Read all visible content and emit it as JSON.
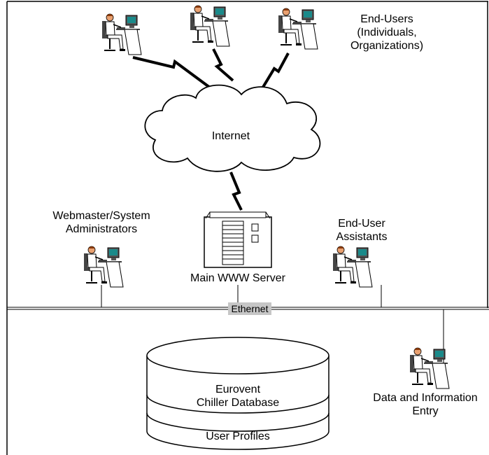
{
  "labels": {
    "end_users_line1": "End-Users",
    "end_users_line2": "(Individuals,",
    "end_users_line3": "Organizations)",
    "internet": "Internet",
    "webmaster_line1": "Webmaster/System",
    "webmaster_line2": "Administrators",
    "assistants_line1": "End-User",
    "assistants_line2": "Assistants",
    "server": "Main WWW Server",
    "ethernet": "Ethernet",
    "database_line1": "Eurovent",
    "database_line2": "Chiller Database",
    "user_profiles": "User Profiles",
    "data_entry_line1": "Data and Information",
    "data_entry_line2": "Entry"
  },
  "icons": {
    "workstation": "workstation-user-icon",
    "cloud": "internet-cloud-icon",
    "server": "server-icon",
    "database": "database-cylinder-icon",
    "link": "lightning-link-icon"
  },
  "colors": {
    "screen": "#1a8a8a",
    "person": "#e8a070",
    "hair": "#8b3a0a",
    "ethernet_label_bg": "#c6c6c6"
  }
}
